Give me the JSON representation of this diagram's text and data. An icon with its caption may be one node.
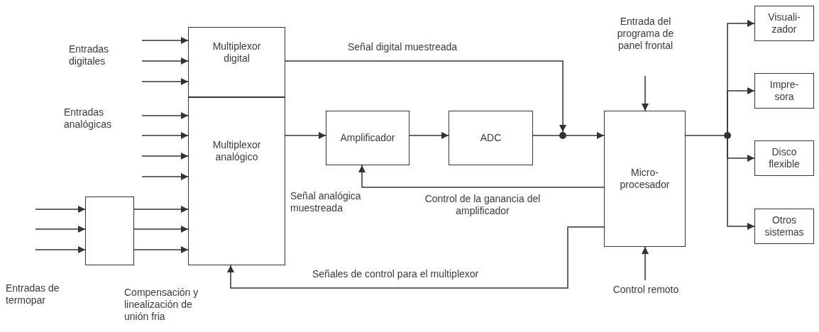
{
  "diagram": {
    "nodes": [
      {
        "text": [
          "Multiplexor digital"
        ]
      },
      {
        "text": [
          "Multiplexor analógico"
        ]
      },
      {
        "text": [
          "Amplificador"
        ]
      },
      {
        "text": [
          "ADC"
        ]
      },
      {
        "text": [
          "Micro- procesador"
        ]
      },
      {
        "text": [
          "Visuali- zador"
        ]
      },
      {
        "text": [
          "Impre- sora"
        ]
      },
      {
        "text": [
          "Disco flexible"
        ]
      },
      {
        "text": [
          "Otros sistemas"
        ]
      },
      {
        "text": [],
        "shape": "box",
        "beside": [
          "Compensación y linealización de unión fria"
        ]
      },
      {
        "text": [],
        "shape": "circle"
      },
      {
        "text": [],
        "shape": "circle"
      }
    ],
    "edges": [
      {
        "from": null,
        "to": 0,
        "arrow": "to"
      },
      {
        "from": null,
        "to": 0,
        "arrow": "to"
      },
      {
        "from": null,
        "to": 0,
        "arrow": "to"
      },
      {
        "from": null,
        "to": 1,
        "arrow": "to"
      },
      {
        "from": null,
        "to": 1,
        "arrow": "to"
      },
      {
        "from": null,
        "to": 1,
        "arrow": "to"
      },
      {
        "from": null,
        "to": 1,
        "arrow": "to"
      },
      {
        "from": null,
        "to": 9,
        "arrow": "to"
      },
      {
        "from": null,
        "to": 9,
        "arrow": "to"
      },
      {
        "from": null,
        "to": 9,
        "arrow": "to"
      },
      {
        "from": 9,
        "to": 1,
        "arrow": "to"
      },
      {
        "from": 9,
        "to": 1,
        "arrow": "to"
      },
      {
        "from": 9,
        "to": 1,
        "arrow": "to"
      },
      {
        "from": 0,
        "to": 10,
        "arrow": "to",
        "label": "Señal digital muestreada"
      },
      {
        "from": 1,
        "to": 2,
        "arrow": "to"
      },
      {
        "from": 2,
        "to": 3,
        "arrow": "to"
      },
      {
        "from": 3,
        "to": 10,
        "arrow": "none"
      },
      {
        "from": 10,
        "to": 4,
        "arrow": "to"
      },
      {
        "from": 4,
        "to": 2,
        "arrow": "to",
        "label": "Control de la ganancia del amplificador"
      },
      {
        "from": 4,
        "to": 1,
        "arrow": "to",
        "label": "Señales de control para el multiplexor"
      },
      {
        "from": null,
        "to": 4,
        "arrow": "to",
        "label": "Entrada del programa de panel frontal"
      },
      {
        "from": null,
        "to": 4,
        "arrow": "to",
        "label": "Control remoto"
      },
      {
        "from": 4,
        "to": 11,
        "arrow": "none"
      },
      {
        "from": 11,
        "to": 5,
        "arrow": "to"
      },
      {
        "from": 11,
        "to": 6,
        "arrow": "to"
      },
      {
        "from": 11,
        "to": 7,
        "arrow": "to"
      },
      {
        "from": 11,
        "to": 8,
        "arrow": "to"
      }
    ],
    "labels": [
      "Entradas digitales",
      "Entradas analógicas",
      "Señal analógica muestreada",
      "Entradas de termopar"
    ]
  }
}
